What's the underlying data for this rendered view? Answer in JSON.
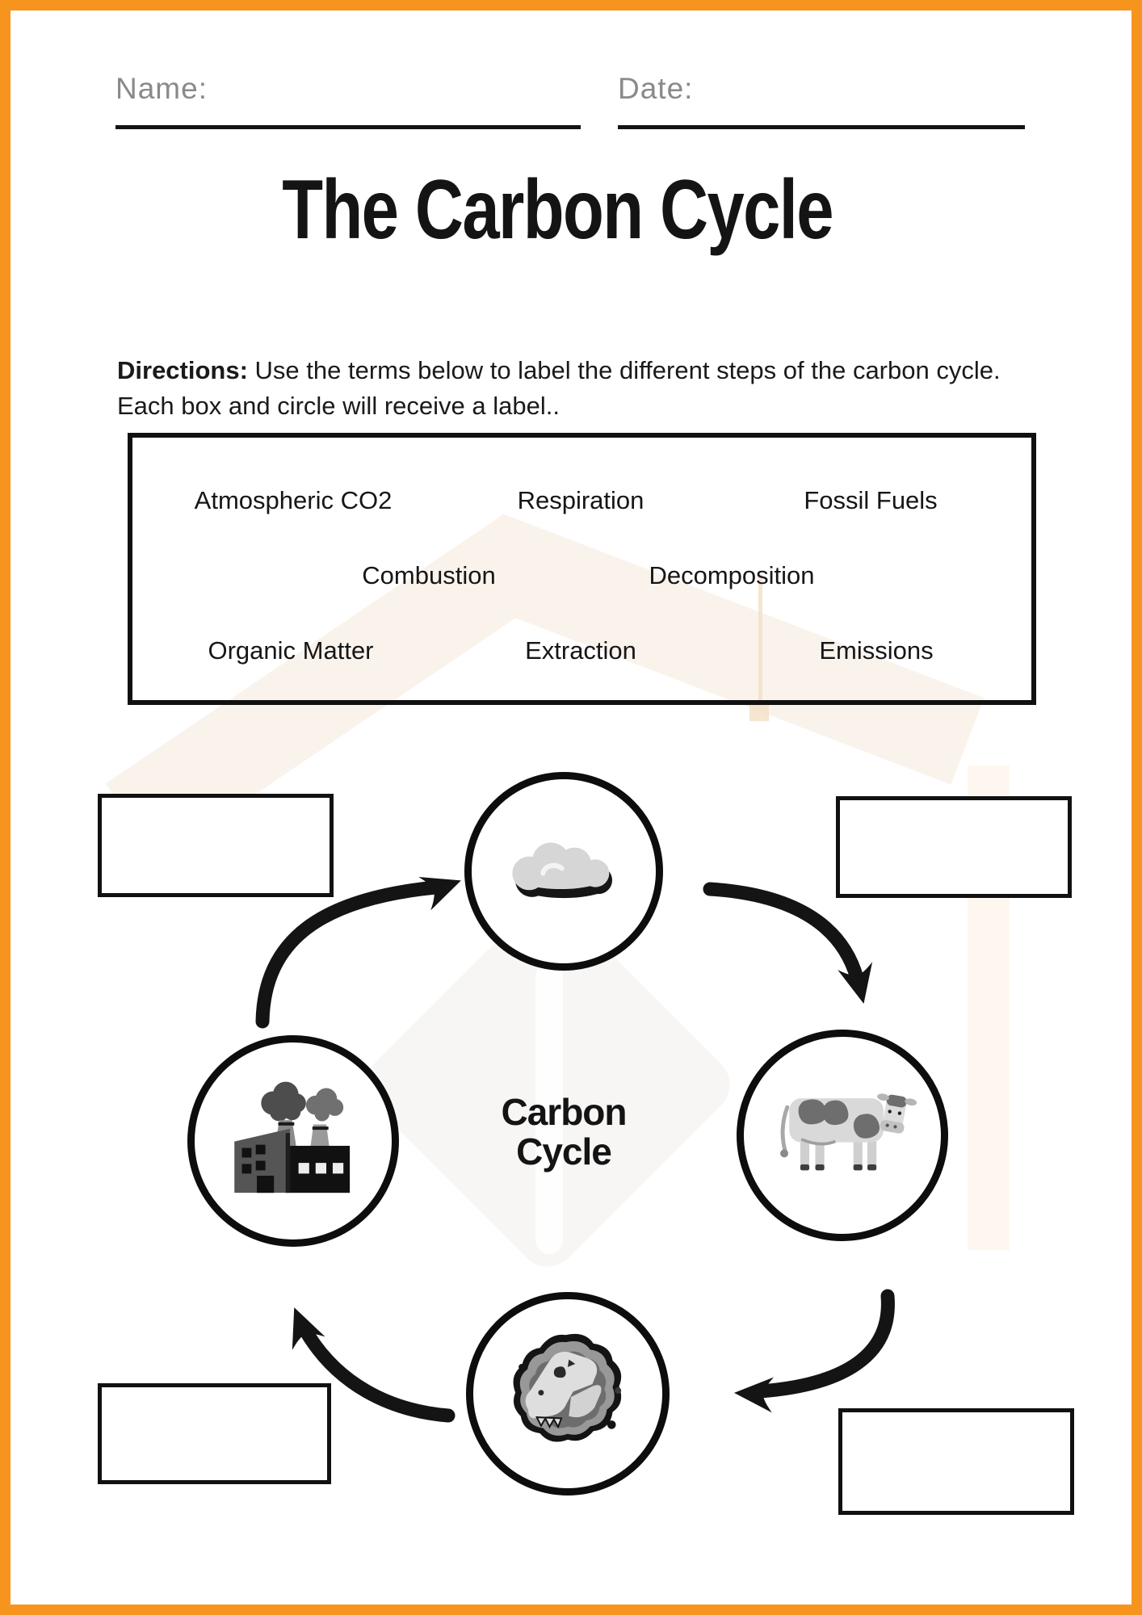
{
  "page": {
    "title_text": "The Carbon Cycle"
  },
  "header": {
    "name_label": "Name:",
    "date_label": "Date:"
  },
  "directions": {
    "label": "Directions:",
    "body": "Use the terms below to label the different steps of the carbon cycle. Each box and circle will receive a label.."
  },
  "word_bank": {
    "terms": [
      "Atmospheric CO2",
      "Respiration",
      "Fossil Fuels",
      "Combustion",
      "Decomposition",
      "Organic Matter",
      "Extraction",
      "Emissions"
    ]
  },
  "diagram": {
    "center_label": [
      "Carbon",
      "Cycle"
    ],
    "nodes": [
      {
        "icon": "cloud-icon",
        "position": "top"
      },
      {
        "icon": "cow-icon",
        "position": "right"
      },
      {
        "icon": "fossil-icon",
        "position": "bottom"
      },
      {
        "icon": "factory-icon",
        "position": "left"
      }
    ],
    "answer_box_count": 4
  },
  "colors": {
    "border_orange": "#F7941D",
    "ink_black": "#141414",
    "label_gray": "#8A8A8A",
    "icon_light_gray": "#D6D6D6",
    "icon_dark_gray": "#4D4D4D",
    "watermark_beige": "#F8EFE5"
  }
}
